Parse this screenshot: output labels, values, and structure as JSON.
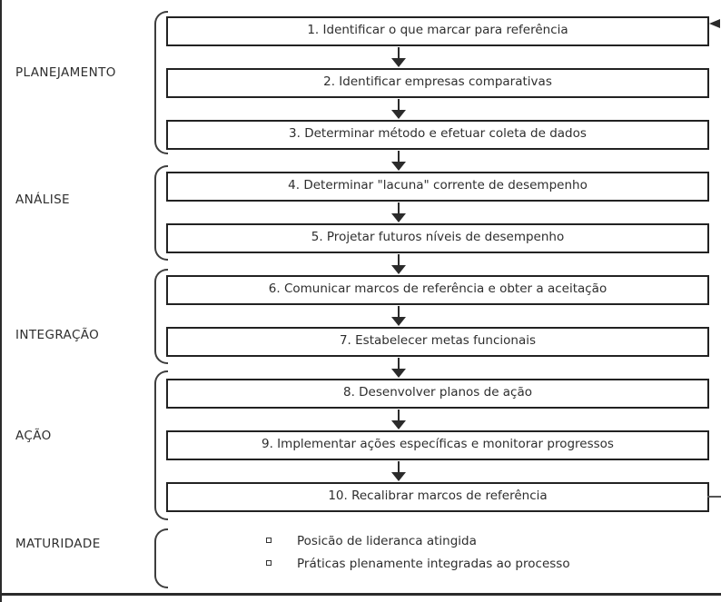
{
  "phases": [
    {
      "label": "PLANEJAMENTO",
      "steps": [
        {
          "text": "1. Identificar o que marcar para referência"
        },
        {
          "text": "2. Identificar empresas comparativas"
        },
        {
          "text": "3. Determinar método e efetuar coleta de dados"
        }
      ]
    },
    {
      "label": "ANÁLISE",
      "steps": [
        {
          "text": "4. Determinar \"lacuna\" corrente de desempenho"
        },
        {
          "text": "5. Projetar futuros níveis de desempenho"
        }
      ]
    },
    {
      "label": "INTEGRAÇÃO",
      "steps": [
        {
          "text": "6. Comunicar marcos de referência e obter a aceitação"
        },
        {
          "text": "7. Estabelecer metas funcionais"
        }
      ]
    },
    {
      "label": "AÇÃO",
      "steps": [
        {
          "text": "8. Desenvolver planos de ação"
        },
        {
          "text": "9. Implementar ações específicas e monitorar progressos"
        },
        {
          "text": "10. Recalibrar marcos de referência"
        }
      ]
    },
    {
      "label": "MATURIDADE",
      "bullets": [
        {
          "text": "Posicão de lideranca atingida"
        },
        {
          "text": "Práticas plenamente integradas ao processo"
        }
      ]
    }
  ],
  "colors": {
    "line": "#2b2b2b",
    "text": "#2e2e2e",
    "background": "#ffffff"
  }
}
